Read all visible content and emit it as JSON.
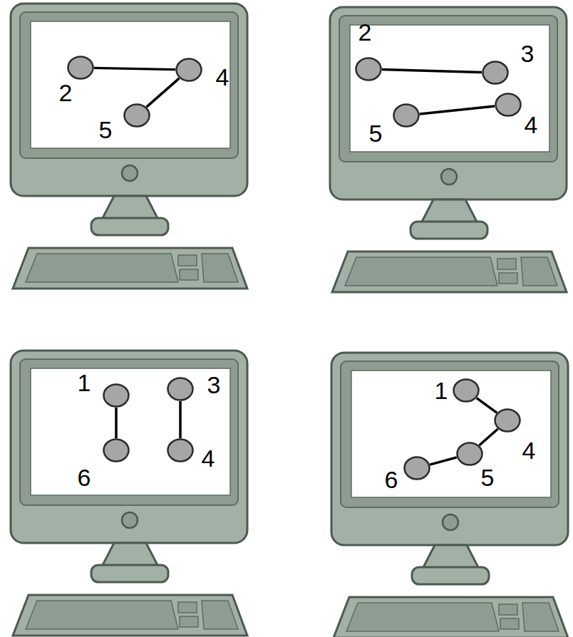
{
  "diagram": {
    "nodes": [
      {
        "text": [
          "2"
        ]
      },
      {
        "text": [
          "4"
        ]
      },
      {
        "text": [
          "5"
        ]
      },
      {
        "text": [
          "2"
        ]
      },
      {
        "text": [
          "3"
        ]
      },
      {
        "text": [
          "5"
        ]
      },
      {
        "text": [
          "4"
        ]
      },
      {
        "text": [
          "1"
        ]
      },
      {
        "text": [
          "6"
        ]
      },
      {
        "text": [
          "3"
        ]
      },
      {
        "text": [
          "4"
        ]
      },
      {
        "text": [
          "1"
        ]
      },
      {
        "text": [
          "4"
        ]
      },
      {
        "text": [
          "5"
        ]
      },
      {
        "text": [
          "6"
        ]
      }
    ],
    "edges": [
      {
        "from": 0,
        "to": 1,
        "arrow": "none"
      },
      {
        "from": 1,
        "to": 2,
        "arrow": "none"
      },
      {
        "from": 3,
        "to": 4,
        "arrow": "none"
      },
      {
        "from": 5,
        "to": 6,
        "arrow": "none"
      },
      {
        "from": 7,
        "to": 8,
        "arrow": "none"
      },
      {
        "from": 9,
        "to": 10,
        "arrow": "none"
      },
      {
        "from": 11,
        "to": 12,
        "arrow": "none"
      },
      {
        "from": 12,
        "to": 13,
        "arrow": "none"
      },
      {
        "from": 13,
        "to": 14,
        "arrow": "none"
      }
    ]
  }
}
